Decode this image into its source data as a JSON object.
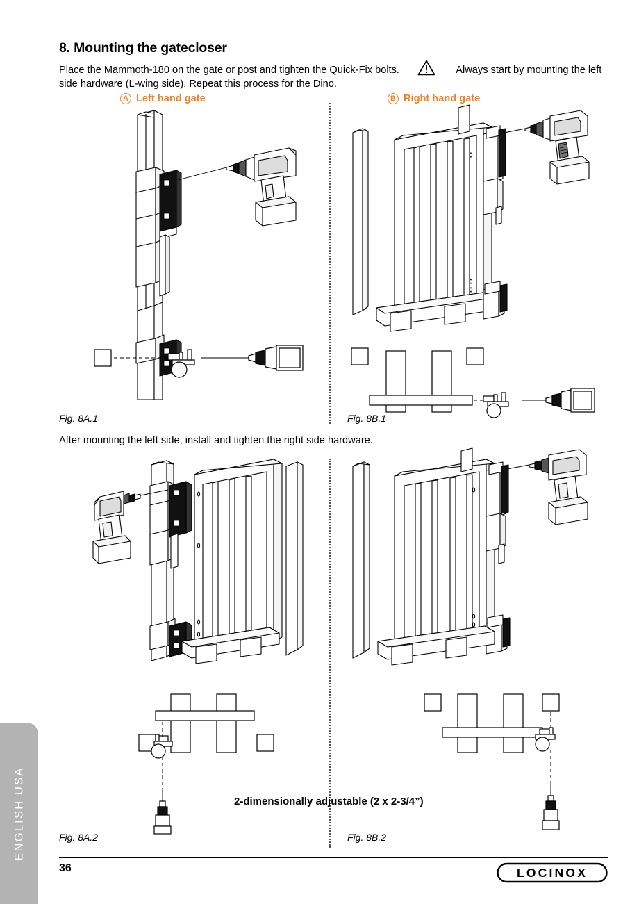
{
  "language_tab": {
    "label": "ENGLISH USA"
  },
  "header": {
    "section_number": "8.",
    "title": "8. Mounting the gatecloser",
    "intro_line1": "Place the Mammoth-180 on the gate or post and tighten the Quick-Fix bolts.",
    "intro_line1b": "Always start by mounting the left",
    "intro_line2": "side hardware (L-wing side). Repeat this process for the Dino.",
    "warning_icon": "warning-triangle-icon"
  },
  "gate_labels": {
    "left": {
      "badge": "A",
      "text": "Left hand gate"
    },
    "right": {
      "badge": "B",
      "text": "Right hand gate"
    }
  },
  "figures": {
    "a1": {
      "caption": "Fig. 8A.1",
      "icon": "gate-post-drill-illustration"
    },
    "b1": {
      "caption": "Fig. 8B.1",
      "icon": "gate-panel-drill-illustration"
    },
    "a2": {
      "caption": "Fig. 8A.2",
      "icon": "gate-left-hardware-illustration"
    },
    "b2": {
      "caption": "Fig. 8B.2",
      "icon": "gate-right-hardware-illustration"
    }
  },
  "body": {
    "mid_instruction": "After mounting the left side, install and tighten the right side hardware.",
    "adjust_note": "2-dimensionally adjustable (2 x 2-3/4”)"
  },
  "footer": {
    "page_number": "36",
    "brand": "LOCINOX"
  },
  "colors": {
    "accent_orange": "#f58220",
    "tab_gray": "#b3b3b3",
    "ink": "#000000"
  }
}
